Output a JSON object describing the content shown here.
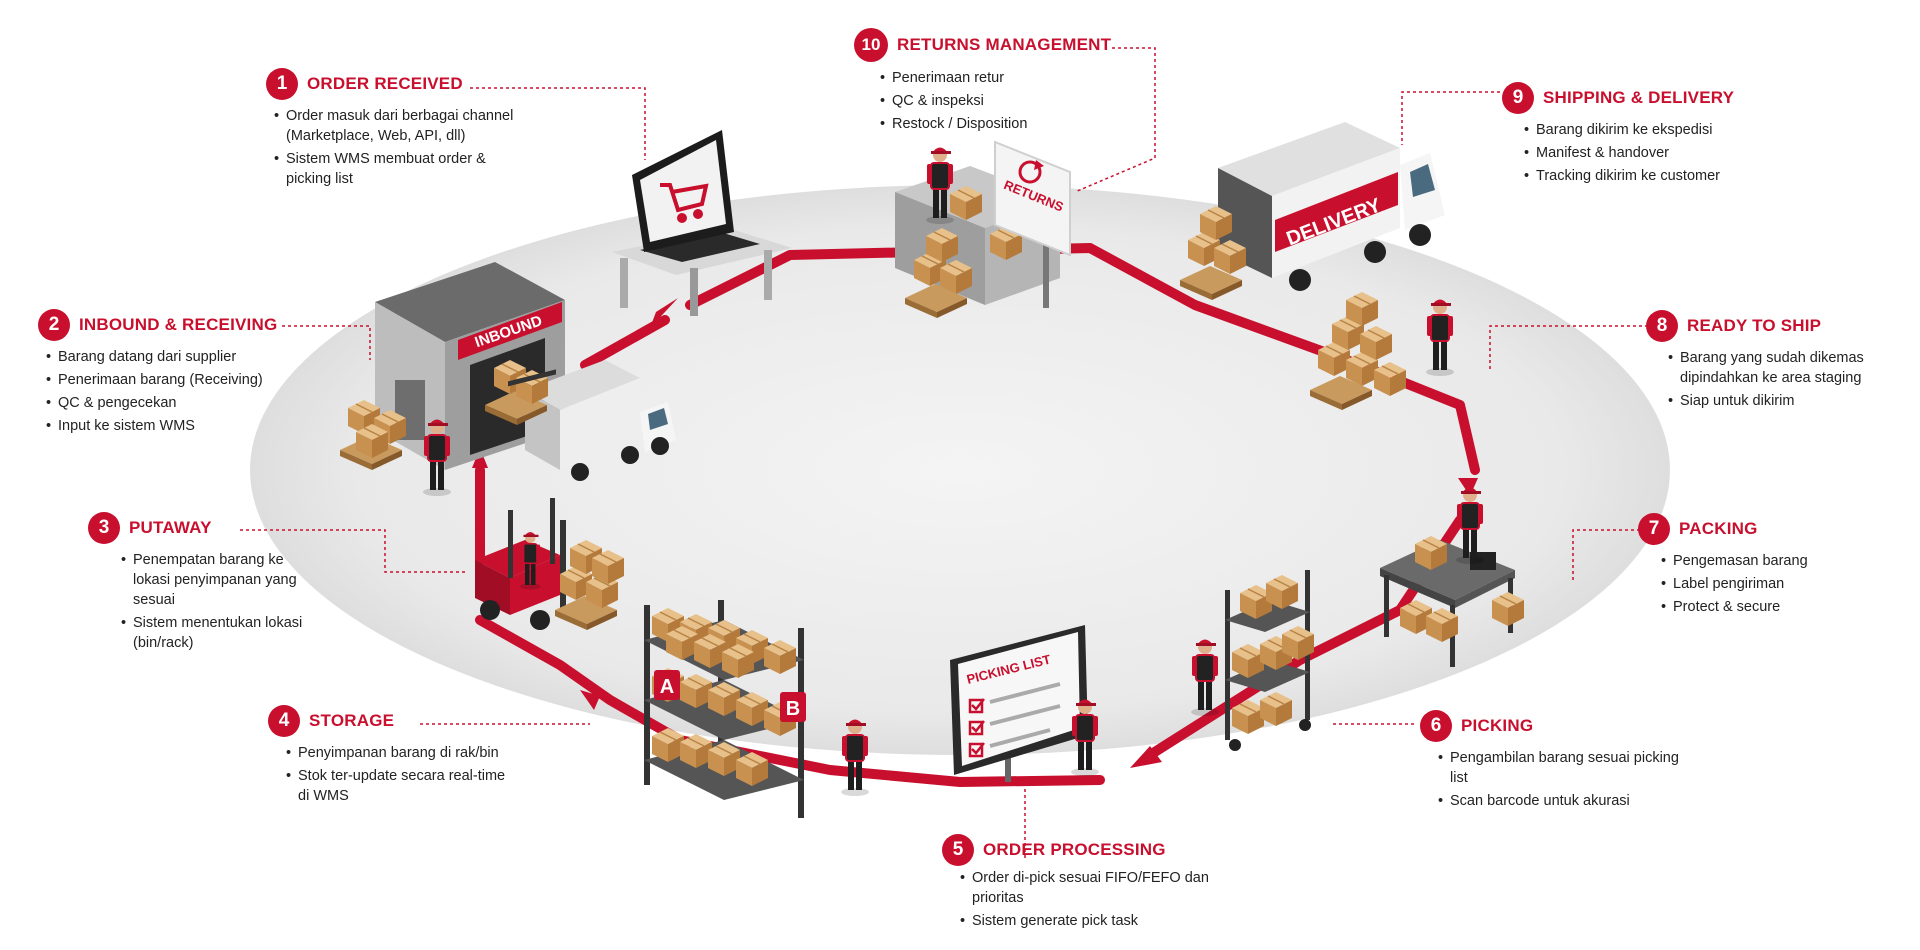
{
  "steps": [
    {
      "num": "1",
      "title": "ORDER RECEIVED",
      "bullets": [
        "Order masuk dari berbagai channel (Marketplace, Web, API, dll)",
        "Sistem WMS membuat order & picking list"
      ]
    },
    {
      "num": "2",
      "title": "INBOUND & RECEIVING",
      "bullets": [
        "Barang datang dari supplier",
        "Penerimaan barang (Receiving)",
        "QC & pengecekan",
        "Input ke sistem WMS"
      ]
    },
    {
      "num": "3",
      "title": "PUTAWAY",
      "bullets": [
        "Penempatan barang ke lokasi penyimpanan yang sesuai",
        "Sistem menentukan lokasi (bin/rack)"
      ]
    },
    {
      "num": "4",
      "title": "STORAGE",
      "bullets": [
        "Penyimpanan barang di rak/bin",
        "Stok ter-update secara real-time di WMS"
      ]
    },
    {
      "num": "5",
      "title": "ORDER PROCESSING",
      "bullets": [
        "Order di-pick sesuai FIFO/FEFO dan prioritas",
        "Sistem generate pick task"
      ]
    },
    {
      "num": "6",
      "title": "PICKING",
      "bullets": [
        "Pengambilan barang sesuai picking list",
        "Scan barcode untuk akurasi"
      ]
    },
    {
      "num": "7",
      "title": "PACKING",
      "bullets": [
        "Pengemasan barang",
        "Label pengiriman",
        "Protect & secure"
      ]
    },
    {
      "num": "8",
      "title": "READY TO SHIP",
      "bullets": [
        "Barang yang sudah dikemas dipindahkan ke area staging",
        "Siap untuk dikirim"
      ]
    },
    {
      "num": "9",
      "title": "SHIPPING & DELIVERY",
      "bullets": [
        "Barang dikirim ke ekspedisi",
        "Manifest & handover",
        "Tracking dikirim ke customer"
      ]
    },
    {
      "num": "10",
      "title": "RETURNS MANAGEMENT",
      "bullets": [
        "Penerimaan retur",
        "QC & inspeksi",
        "Restock / Disposition"
      ]
    }
  ],
  "signs": {
    "inbound": "INBOUND",
    "returns": "RETURNS",
    "delivery": "DELIVERY",
    "picking_list": "PICKING LIST",
    "rack_a": "A",
    "rack_b": "B"
  },
  "colors": {
    "accent": "#c8102e",
    "floor": "#ececec",
    "box": "#d9a868",
    "steel": "#4a4a4a"
  }
}
